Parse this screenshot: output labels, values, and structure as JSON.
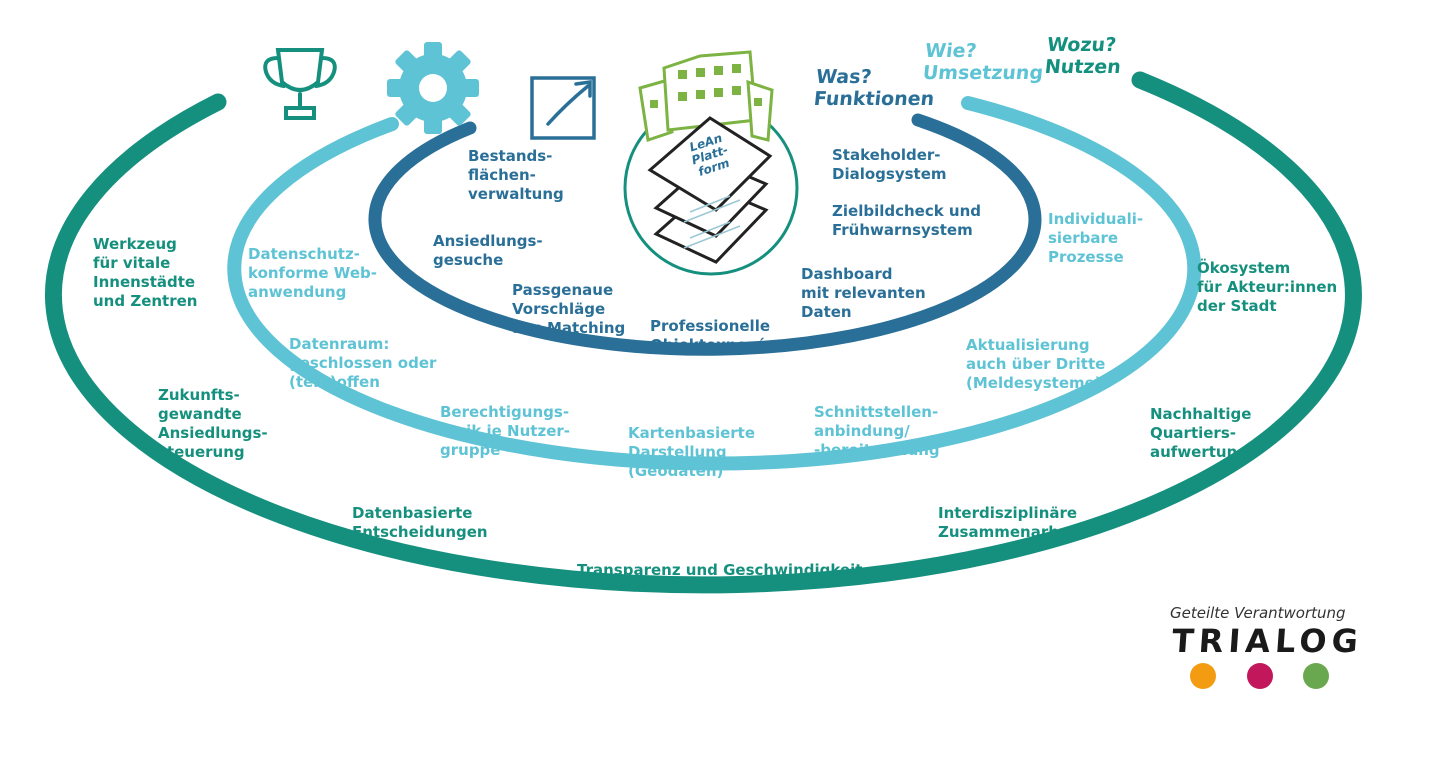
{
  "headings": {
    "was": "Was?\nFunktionen",
    "wie": "Wie?\nUmsetzung",
    "wozu": "Wozu?\nNutzen"
  },
  "platform": {
    "logo_text": "LeAn\nPlatt-\nform"
  },
  "inner_ring": [
    "Bestands-\nflächen-\nverwaltung",
    "Ansiedlungs-\ngesuche",
    "Passgenaue\nVorschläge\naus Matching",
    "Professionelle\nObjektexposés",
    "Dashboard\nmit relevanten\nDaten",
    "Zielbildcheck und\nFrühwarnsystem",
    "Stakeholder-\nDialogsystem"
  ],
  "middle_ring": [
    "Datenschutz-\nkonforme Web-\nanwendung",
    "Datenraum:\ngeschlossen oder\n(teil-)offen",
    "Berechtigungs-\nlogik je Nutzer-\ngruppe",
    "Kartenbasierte\nDarstellung\n(Geodaten)",
    "Schnittstellen-\nanbindung/\n-bereitstellung",
    "Aktualisierung\nauch über Dritte\n(Meldesysteme)",
    "Individuali-\nsierbare\nProzesse"
  ],
  "outer_ring": [
    "Werkzeug\nfür vitale\nInnenstädte\nund Zentren",
    "Zukunfts-\ngewandte\nAnsiedlungs-\nsteuerung",
    "Datenbasierte\nEntscheidungen",
    "Transparenz und Geschwindigkeit",
    "Interdisziplinäre\nZusammenarbeit",
    "Nachhaltige\nQuartiers-\naufwertung",
    "Ökosystem\nfür Akteur:innen\nder Stadt"
  ],
  "branding": {
    "tagline": "Geteilte Verantwortung",
    "name": "TRIALOG"
  },
  "colors": {
    "inner": "#2a6f97",
    "middle": "#5ec3d4",
    "outer": "#16907e",
    "building": "#7cb342",
    "dot_orange": "#f39c12",
    "dot_red": "#c2185b",
    "dot_green": "#6aa84f"
  },
  "icons": [
    "trophy-icon",
    "gear-icon",
    "growth-chart-icon",
    "building-icon"
  ]
}
